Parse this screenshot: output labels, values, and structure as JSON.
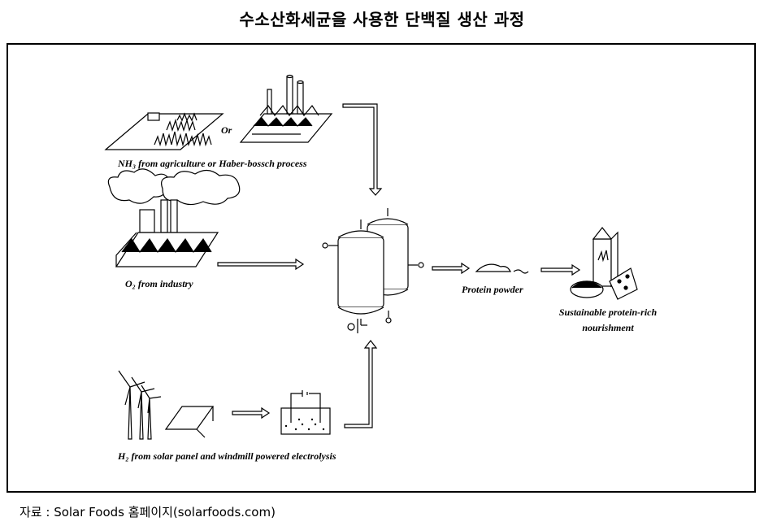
{
  "title": "수소산화세균을 사용한 단백질 생산 과정",
  "source": "자료 : Solar Foods 홈페이지(solarfoods.com)",
  "labels": {
    "or": "Or",
    "nh3": "NH₃ from agriculture or Haber-bossch process",
    "o2": "O₂  from industry",
    "h2": "H₂ from solar panel and windmill powered electrolysis",
    "protein_powder": "Protein powder",
    "nourishment_line1": "Sustainable protein-rich",
    "nourishment_line2": "nourishment"
  }
}
